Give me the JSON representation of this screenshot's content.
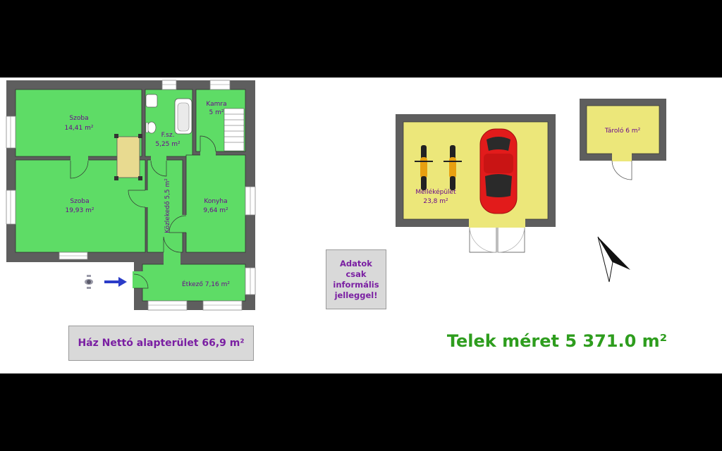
{
  "rooms": [
    {
      "name": "Szoba",
      "area": "14,41 m²"
    },
    {
      "name": "Szoba",
      "area": "19,93 m²"
    },
    {
      "name": "F.sz.",
      "area": "5,25 m²"
    },
    {
      "name": "Kamra",
      "area": "5 m²"
    },
    {
      "name": "Konyha",
      "area": "9,64 m²"
    },
    {
      "name": "Közlekedő 5,5 m²"
    },
    {
      "name": "Étkező 7,16 m²"
    }
  ],
  "outbuilding": {
    "name": "Melléképület",
    "area": "23,8 m²"
  },
  "storage": {
    "label": "Tároló 6 m²"
  },
  "notice": "Adatok\ncsak\ninformális\njelleggel!",
  "house_area": "Ház Nettó alapterület 66,9 m²",
  "lot_size": "Telek méret 5 371.0 m²",
  "colors": {
    "room": "#5edc66",
    "wall": "#5e5e5e",
    "outbuilding": "#ece77a",
    "label": "#6a0a8c",
    "lot": "#2e9d1e"
  }
}
